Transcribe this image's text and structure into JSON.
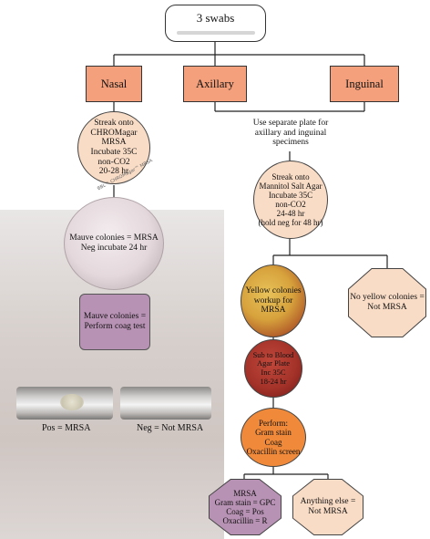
{
  "root": {
    "label": "3 swabs"
  },
  "sites": {
    "nasal": "Nasal",
    "axillary": "Axillary",
    "inguinal": "Inguinal"
  },
  "nasal_path": {
    "streak": [
      "Streak onto",
      "CHROMagar MRSA",
      "Incubate 35C",
      "non-CO2",
      "20-28 hr"
    ],
    "plate_brand": "BBL™ CHROMagar™ MRSA",
    "mauve_plate": [
      "Mauve colonies = MRSA",
      "Neg incubate 24 hr"
    ],
    "coag": [
      "Mauve colonies =",
      "Perform coag test"
    ],
    "pos": "Pos = MRSA",
    "neg": "Neg = Not MRSA"
  },
  "axillary_path": {
    "note": [
      "Use separate plate for",
      "axillary and inguinal",
      "specimens"
    ],
    "streak": [
      "Streak onto",
      "Mannitol Salt Agar",
      "Incubate 35C",
      "non-CO2",
      "24-48 hr",
      "(hold neg for 48 hr)"
    ],
    "yellow": [
      "Yellow colonies",
      "workup for",
      "MRSA"
    ],
    "no_yellow": [
      "No yellow colonies =",
      "Not MRSA"
    ],
    "sub": [
      "Sub to Blood",
      "Agar Plate",
      "Inc 35C",
      "18-24 hr"
    ],
    "perform": [
      "Perform:",
      "Gram stain",
      "Coag",
      "Oxacillin screen"
    ],
    "mrsa": [
      "MRSA",
      "Gram stain = GPC",
      "Coag = Pos",
      "Oxacillin = R"
    ],
    "else": [
      "Anything else =",
      "Not MRSA"
    ]
  },
  "colors": {
    "peach": "#f4a07c",
    "light_peach": "#f9dcc6",
    "mauve": "#b892b4",
    "orange": "#f08a3a"
  }
}
